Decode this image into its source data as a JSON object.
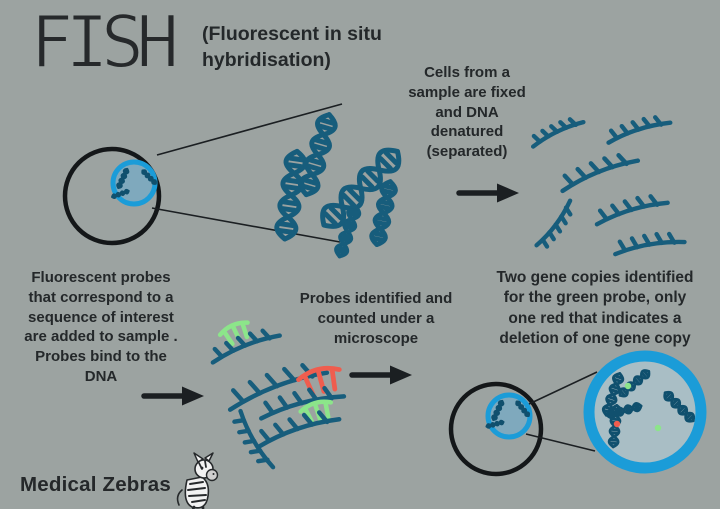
{
  "title": "FISH",
  "subtitle": "(Fluorescent in situ\nhybridisation)",
  "steps": {
    "step1_fix_denature": "Cells from a\nsample are fixed\nand DNA\ndenatured\n(separated)",
    "step2_probes_added": "Fluorescent probes\nthat correspond to a\nsequence of interest\nare added to sample .\nProbes bind to the\nDNA",
    "step3_count": "Probes identified and\ncounted under a\nmicroscope",
    "step4_result": "Two gene copies identified\nfor the green probe, only\none red that indicates a\ndeletion of one gene copy"
  },
  "brand": "Medical Zebras",
  "colors": {
    "background": "#9ca3a1",
    "text": "#24282a",
    "dna_teal": "#175d7c",
    "nucleus_ring_blue": "#1b9cd8",
    "nucleus_fill_small": "#7fa9bd",
    "nucleus_fill_large": "#a9bec5",
    "probe_red": "#ef5d4e",
    "probe_green": "#8ce58a",
    "arrow_black": "#1b1f22"
  },
  "icons": [
    "cell-outline-icon",
    "nucleus-icon",
    "chromosome-icon",
    "dna-helix-icon",
    "ssdna-strand-icon",
    "red-probe-icon",
    "green-probe-icon",
    "arrow-right-icon",
    "zebra-logo-icon"
  ]
}
